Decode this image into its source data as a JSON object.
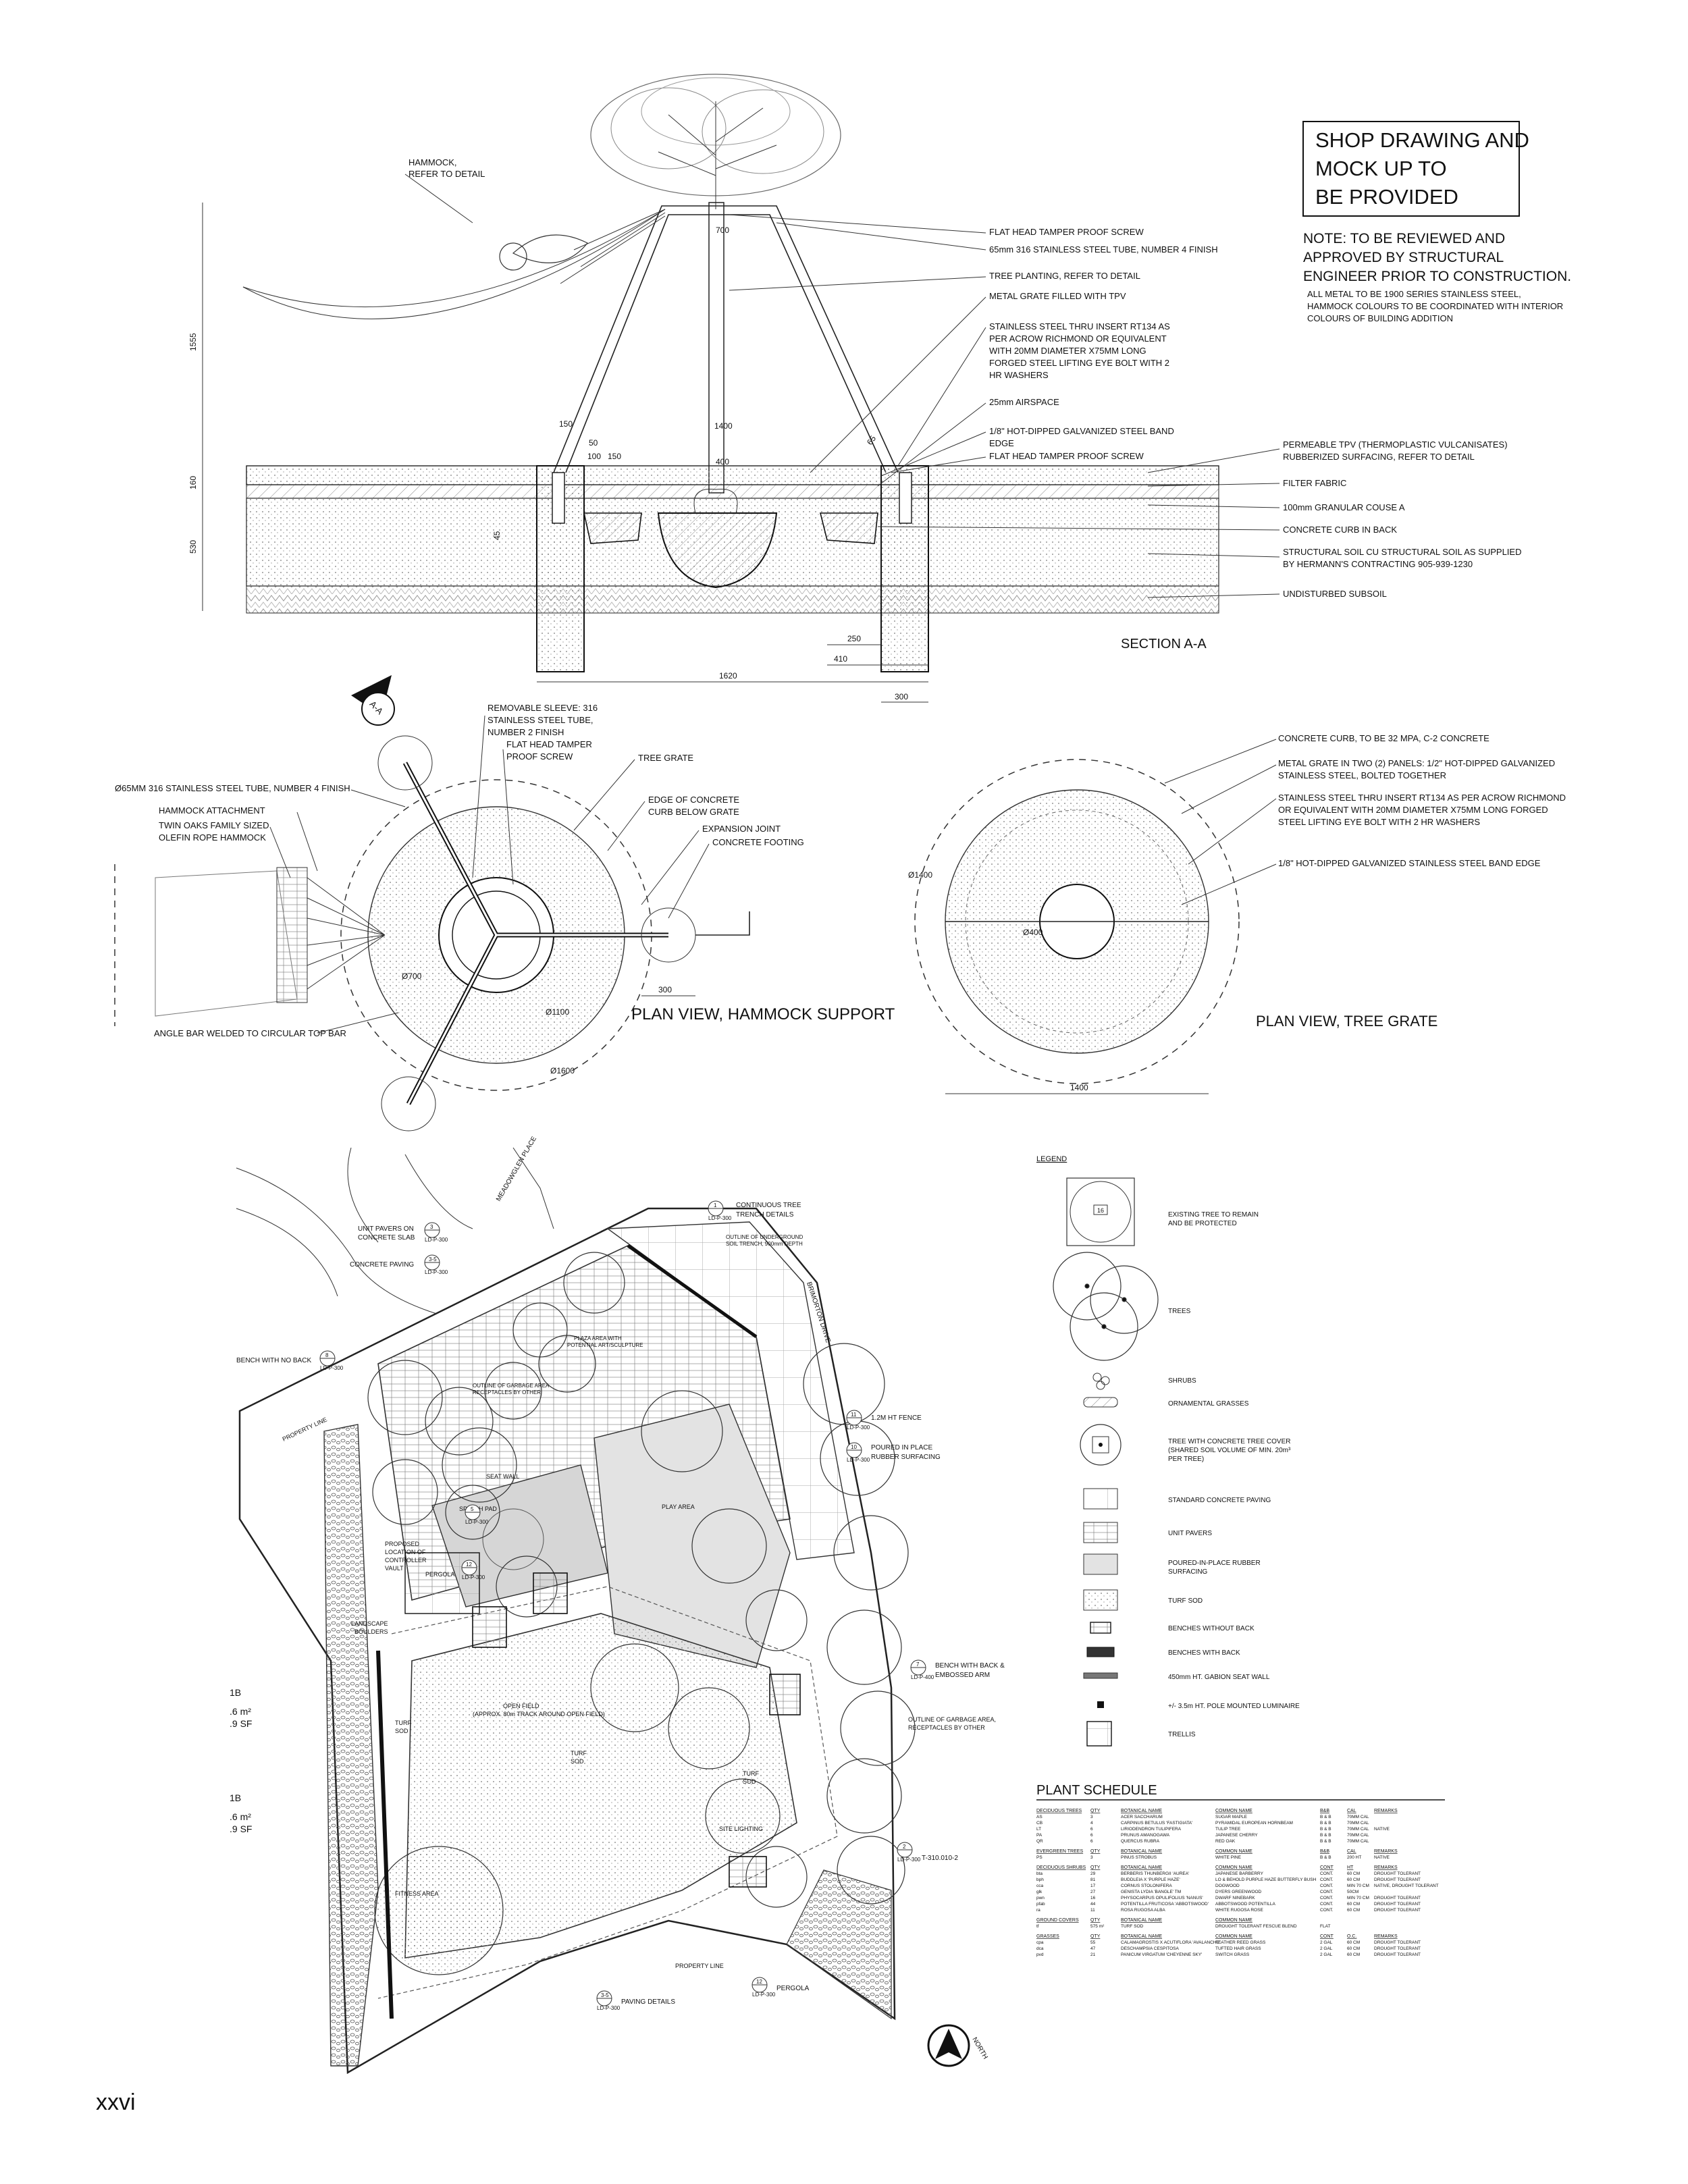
{
  "note_box": {
    "lines": [
      "SHOP DRAWING AND",
      "MOCK UP TO",
      "BE PROVIDED"
    ]
  },
  "note": {
    "lines": [
      "NOTE: TO BE REVIEWED AND",
      "APPROVED BY STRUCTURAL",
      "ENGINEER PRIOR TO CONSTRUCTION."
    ],
    "sub_lines": [
      "ALL METAL TO BE 1900 SERIES STAINLESS STEEL,",
      "HAMMOCK COLOURS TO BE COORDINATED WITH INTERIOR",
      "COLOURS OF BUILDING ADDITION"
    ]
  },
  "section": {
    "title": "SECTION A-A",
    "left_callouts": [
      [
        "HAMMOCK,",
        "REFER TO DETAIL"
      ]
    ],
    "callouts": [
      [
        "FLAT HEAD TAMPER PROOF SCREW"
      ],
      [
        "65mm 316 STAINLESS STEEL TUBE, NUMBER 4 FINISH"
      ],
      [
        "TREE PLANTING, REFER TO DETAIL"
      ],
      [
        "METAL GRATE FILLED WITH TPV"
      ],
      [
        "STAINLESS STEEL THRU INSERT RT134 AS",
        "PER ACROW RICHMOND OR EQUIVALENT",
        "WITH 20MM DIAMETER X75MM LONG",
        "FORGED STEEL LIFTING EYE BOLT WITH 2",
        "HR WASHERS"
      ],
      [
        "25mm AIRSPACE"
      ],
      [
        "1/8\" HOT-DIPPED GALVANIZED STEEL BAND",
        "EDGE"
      ],
      [
        "FLAT HEAD TAMPER PROOF SCREW"
      ]
    ],
    "right_callouts": [
      [
        "PERMEABLE TPV (THERMOPLASTIC VULCANISATES)",
        "RUBBERIZED SURFACING, REFER TO DETAIL"
      ],
      [
        "FILTER FABRIC"
      ],
      [
        "100mm GRANULAR COUSE A"
      ],
      [
        "CONCRETE CURB IN BACK"
      ],
      [
        "STRUCTURAL SOIL CU STRUCTURAL SOIL AS SUPPLIED",
        "BY HERMANN'S CONTRACTING 905-939-1230"
      ],
      [
        "UNDISTURBED SUBSOIL"
      ]
    ],
    "dims": {
      "d1555": "1555",
      "d160": "160",
      "d530": "530",
      "d150": "150",
      "d50": "50",
      "d100": "100",
      "d150b": "150",
      "d1400": "1400",
      "d400": "400",
      "d700": "700",
      "d45": "45",
      "d65": "65",
      "d250": "250",
      "d410": "410",
      "d1620": "1620",
      "d300": "300"
    }
  },
  "hammock_plan": {
    "title": "PLAN VIEW, HAMMOCK SUPPORT",
    "marker": "A-A",
    "left_callouts": [
      [
        "Ø65MM  316 STAINLESS STEEL TUBE, NUMBER 4 FINISH"
      ],
      [
        "HAMMOCK ATTACHMENT"
      ],
      [
        "TWIN OAKS FAMILY SIZED",
        "OLEFIN ROPE HAMMOCK"
      ],
      [
        "ANGLE BAR WELDED TO CIRCULAR TOP BAR"
      ]
    ],
    "right_callouts": [
      [
        "REMOVABLE SLEEVE: 316",
        "STAINLESS STEEL TUBE,",
        "NUMBER 2 FINISH"
      ],
      [
        "FLAT HEAD TAMPER",
        "PROOF SCREW"
      ],
      [
        "TREE GRATE"
      ],
      [
        "EDGE OF CONCRETE",
        "CURB BELOW GRATE"
      ],
      [
        "EXPANSION JOINT"
      ],
      [
        "CONCRETE FOOTING"
      ]
    ],
    "dims": {
      "d700": "Ø700",
      "d1100": "Ø1100",
      "d1600": "Ø1600",
      "d300": "300"
    }
  },
  "grate_plan": {
    "title": "PLAN VIEW, TREE GRATE",
    "callouts": [
      [
        "CONCRETE CURB, TO BE 32 MPA, C-2 CONCRETE"
      ],
      [
        "METAL GRATE IN TWO (2) PANELS: 1/2\" HOT-DIPPED GALVANIZED",
        "STAINLESS STEEL, BOLTED TOGETHER"
      ],
      [
        "STAINLESS STEEL THRU INSERT RT134 AS PER ACROW RICHMOND",
        "OR EQUIVALENT WITH 20MM DIAMETER X75MM LONG FORGED",
        "STEEL LIFTING EYE BOLT WITH 2 HR WASHERS"
      ],
      [
        "1/8\" HOT-DIPPED GALVANIZED STAINLESS STEEL BAND EDGE"
      ]
    ],
    "dims": {
      "d1400": "Ø1400",
      "d400": "Ø400",
      "w1400": "1400"
    }
  },
  "site_plan": {
    "labels": {
      "street1": "MEADOWGLEN PLACE",
      "street2": "BRIMORTON DRIVE",
      "unit_pavers": [
        "UNIT PAVERS ON",
        "CONCRETE SLAB"
      ],
      "concrete_paving": "CONCRETE PAVING",
      "bench_no_back": "BENCH WITH NO BACK",
      "continuous_tree": [
        "CONTINUOUS TREE",
        "TRENCH DETAILS"
      ],
      "outline_trench": [
        "OUTLINE OF UNDERGROUND",
        "SOIL TRENCH, 900mm DEPTH"
      ],
      "plaza": [
        "PLAZA AREA WITH",
        "POTENTIAL ART/SCULPTURE"
      ],
      "garbage_area": [
        "OUTLINE OF GARBAGE AREA",
        "RECEPTACLES BY OTHER"
      ],
      "fence": "1.2M HT FENCE",
      "rubber": [
        "POURED IN PLACE",
        "RUBBER SURFACING"
      ],
      "seat_wall": "SEAT WALL",
      "splash_pad": "SPLASH PAD",
      "play_area": "PLAY AREA",
      "controller": [
        "PROPOSED",
        "LOCATION OF",
        "CONTROLLER",
        "VAULT"
      ],
      "pergola": "PERGOLA",
      "landscape_boulders": [
        "LANDSCAPE",
        "BOULDERS"
      ],
      "open_field": [
        "OPEN FIELD",
        "(APPROX. 80m TRACK AROUND OPEN FIELD)"
      ],
      "turf1": [
        "TURF",
        "SOD"
      ],
      "turf2": [
        "TURF",
        "SOD"
      ],
      "turf3": [
        "TURF",
        "SOD"
      ],
      "bench_back": [
        "BENCH WITH BACK &",
        "EMBOSSED ARM"
      ],
      "garbage2": [
        "OUTLINE OF GARBAGE AREA,",
        "RECEPTACLES BY OTHER"
      ],
      "site_lighting": "SITE LIGHTING",
      "t310": "T-310.010-2",
      "fitness": "FITNESS AREA",
      "property_line1": "PROPERTY LINE",
      "property_line2": "PROPERTY LINE",
      "paving_details": "PAVING DETAILS",
      "pergola2": "PERGOLA",
      "north": "NORTH",
      "area1": [
        "1B",
        ".6 m²",
        ".9 SF"
      ],
      "area2": [
        "1B",
        ".6 m²",
        ".9 SF"
      ]
    },
    "tags": [
      "LD-P-300",
      "LD-P-300",
      "LD-P-300",
      "LD-P-300",
      "LD-P-300",
      "LD-P-300",
      "LD-P-300",
      "LD-P-300",
      "LD-P-400",
      "LD-P-300",
      "LD-P-300",
      "LD-P-300"
    ],
    "tag_nums": [
      "3",
      "3-5",
      "8",
      "1",
      "11",
      "10",
      "5",
      "12",
      "7",
      "2",
      "3-5",
      "12"
    ]
  },
  "legend": {
    "title": "LEGEND",
    "items": [
      [
        "EXISTING TREE TO REMAIN",
        "AND BE PROTECTED"
      ],
      [
        "TREES"
      ],
      [
        "SHRUBS"
      ],
      [
        "ORNAMENTAL GRASSES"
      ],
      [
        "TREE WITH CONCRETE TREE COVER",
        "(SHARED SOIL VOLUME OF MIN. 20m³",
        "PER TREE)"
      ],
      [
        "STANDARD CONCRETE PAVING"
      ],
      [
        "UNIT PAVERS"
      ],
      [
        "POURED-IN-PLACE RUBBER",
        "SURFACING"
      ],
      [
        "TURF SOD"
      ],
      [
        "BENCHES WITHOUT BACK"
      ],
      [
        "BENCHES WITH BACK"
      ],
      [
        "450mm HT. GABION SEAT WALL"
      ],
      [
        "+/- 3.5m HT. POLE MOUNTED LUMINAIRE"
      ],
      [
        "TRELLIS"
      ]
    ],
    "tree_tag": "16"
  },
  "plant_schedule": {
    "title": "PLANT SCHEDULE",
    "groups": [
      {
        "header": [
          "DECIDUOUS TREES",
          "QTY",
          "BOTANICAL NAME",
          "COMMON NAME",
          "B&B",
          "CAL",
          "REMARKS"
        ],
        "rows": [
          [
            "AS",
            "3",
            "ACER SACCHARUM",
            "SUGAR MAPLE",
            "B & B",
            "70MM CAL",
            ""
          ],
          [
            "CB",
            "4",
            "CARPINUS BETULUS 'FASTIGIATA'",
            "PYRAMIDAL EUROPEAN HORNBEAM",
            "B & B",
            "70MM CAL",
            ""
          ],
          [
            "LT",
            "6",
            "LIRIODENDRON TULIPIFERA",
            "TULIP TREE",
            "B & B",
            "70MM CAL",
            "NATIVE"
          ],
          [
            "PA",
            "6",
            "PRUNUS AMANOGAWA",
            "JAPANESE CHERRY",
            "B & B",
            "70MM CAL",
            ""
          ],
          [
            "QR",
            "6",
            "QUERCUS RUBRA",
            "RED OAK",
            "B & B",
            "70MM CAL",
            ""
          ]
        ]
      },
      {
        "header": [
          "EVERGREEN TREES",
          "QTY",
          "BOTANICAL NAME",
          "COMMON NAME",
          "B&B",
          "CAL",
          "REMARKS"
        ],
        "rows": [
          [
            "PS",
            "3",
            "PINUS STROBUS",
            "WHITE PINE",
            "B & B",
            "200 HT",
            "NATIVE"
          ]
        ]
      },
      {
        "header": [
          "DECIDUOUS SHRUBS",
          "QTY",
          "BOTANICAL NAME",
          "COMMON NAME",
          "CONT",
          "HT",
          "REMARKS"
        ],
        "rows": [
          [
            "bta",
            "29",
            "BERBERIS THUNBERGII 'AUREA'",
            "JAPANESE BARBERRY",
            "CONT.",
            "60 CM",
            "DROUGHT TOLERANT"
          ],
          [
            "bph",
            "81",
            "BUDDLEIA X 'PURPLE HAZE'",
            "LO & BEHOLD PURPLE HAZE BUTTERFLY BUSH",
            "CONT.",
            "60 CM",
            "DROUGHT TOLERANT"
          ],
          [
            "cca",
            "17",
            "CORNUS STOLONIFERA",
            "DOGWOOD",
            "CONT.",
            "MIN 70 CM",
            "NATIVE, DROUGHT TOLERANT"
          ],
          [
            "glk",
            "27",
            "GENISTA LYDIA 'BANGLE' TM",
            "DYERS GREENWOOD",
            "CONT.",
            "50CM",
            ""
          ],
          [
            "pwn",
            "16",
            "PHYSOCARPUS OPULIFOLIUS 'NANUS'",
            "DWARF NINEBARK",
            "CONT.",
            "MIN 70 CM",
            "DROUGHT TOLERANT"
          ],
          [
            "pfab",
            "44",
            "POTENTILLA FRUTICOSA 'ABBOTSWOOD'",
            "ABBOTSWOOD POTENTILLA",
            "CONT.",
            "60 CM",
            "DROUGHT TOLERANT"
          ],
          [
            "ra",
            "11",
            "ROSA RUGOSA ALBA",
            "WHITE RUGOSA ROSE",
            "CONT.",
            "60 CM",
            "DROUGHT TOLERANT"
          ]
        ]
      },
      {
        "header": [
          "GROUND COVERS",
          "QTY",
          "BOTANICAL NAME",
          "COMMON NAME",
          "",
          "",
          ""
        ],
        "rows": [
          [
            "tf",
            "575 m²",
            "TURF SOD",
            "DROUGHT TOLERANT FESCUE BLEND",
            "FLAT",
            "",
            ""
          ]
        ]
      },
      {
        "header": [
          "GRASSES",
          "QTY",
          "BOTANICAL NAME",
          "COMMON NAME",
          "CONT",
          "O.C.",
          "REMARKS"
        ],
        "rows": [
          [
            "cpa",
            "55",
            "CALAMAGROSTIS X ACUTIFLORA 'AVALANCHE'",
            "FEATHER REED GRASS",
            "2 GAL",
            "60 CM",
            "DROUGHT TOLERANT"
          ],
          [
            "dca",
            "47",
            "DESCHAMPSIA CESPITOSA",
            "TUFTED HAIR GRASS",
            "2 GAL",
            "60 CM",
            "DROUGHT TOLERANT"
          ],
          [
            "pvd",
            "21",
            "PANICUM VIRGATUM 'CHEYENNE SKY'",
            "SWITCH GRASS",
            "2 GAL",
            "60 CM",
            "DROUGHT TOLERANT"
          ]
        ]
      }
    ]
  },
  "page_number": "xxvi"
}
